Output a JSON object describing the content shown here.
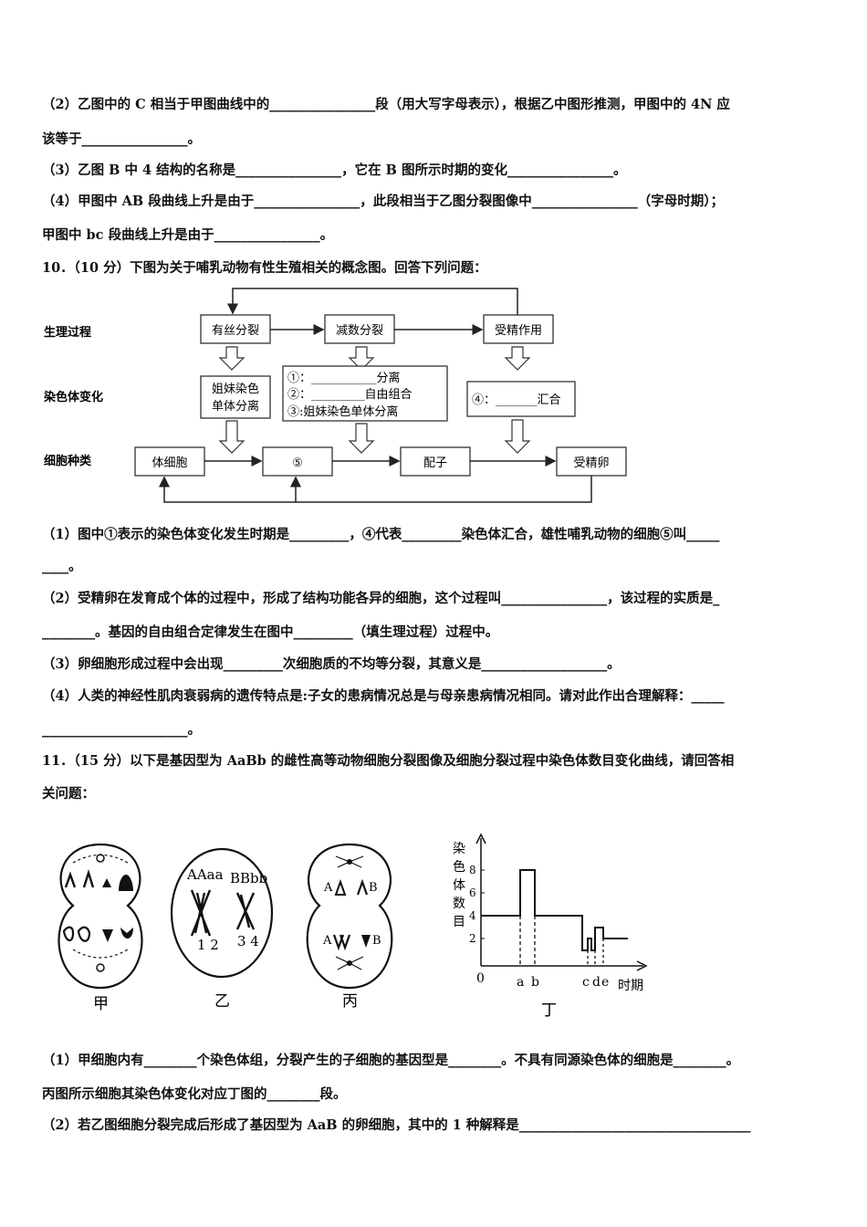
{
  "q9": {
    "p2_line1": "（2）乙图中的 C 相当于甲图曲线中的________________段（用大写字母表示），根据乙中图形推测，甲图中的 4N 应",
    "p2_line2": "该等于________________。",
    "p3": "（3）乙图 B 中 4 结构的名称是________________，它在 B 图所示时期的变化________________。",
    "p4_line1": "（4）甲图中 AB 段曲线上升是由于________________，此段相当于乙图分裂图像中________________（字母时期）；",
    "p4_line2": "甲图中 bc 段曲线上升是由于________________。"
  },
  "q10": {
    "stem": "10．（10 分）下图为关于哺乳动物有性生殖相关的概念图。回答下列问题：",
    "diagram": {
      "row_labels": [
        "生理过程",
        "染色体变化",
        "细胞种类"
      ],
      "processes": [
        "有丝分裂",
        "减数分裂",
        "受精作用"
      ],
      "change_left": [
        "姐妹染色",
        "单体分离"
      ],
      "change_mid": [
        "①：___________分离",
        "②：_________自由组合",
        "③:姐妹染色单体分离"
      ],
      "change_right": "④：_______汇合",
      "cells": [
        "体细胞",
        "⑤",
        "配子",
        "受精卵"
      ]
    },
    "p1_line1": "（1）图中①表示的染色体变化发生时期是_________，④代表_________染色体汇合，雄性哺乳动物的细胞⑤叫_____",
    "p1_line2": "____。",
    "p2_line1": "（2）受精卵在发育成个体的过程中，形成了结构功能各异的细胞，这个过程叫________________，该过程的实质是_",
    "p2_line2": "________。基因的自由组合定律发生在图中_________（填生理过程）过程中。",
    "p3": "（3）卵细胞形成过程中会出现_________次细胞质的不均等分裂，其意义是___________________。",
    "p4_line1": "（4）人类的神经性肌肉衰弱病的遗传特点是:子女的患病情况总是与母亲患病情况相同。请对此作出合理解释：_____",
    "p4_line2": "______________________。"
  },
  "q11": {
    "stem_line1": "11．（15 分）以下是基因型为 AaBb 的雌性高等动物细胞分裂图像及细胞分裂过程中染色体数目变化曲线，请回答相",
    "stem_line2": "关问题：",
    "figure": {
      "cell_labels": [
        "甲",
        "乙",
        "丙",
        "丁"
      ],
      "yi_top": [
        "AAaa",
        "BBbb"
      ],
      "yi_nums": [
        "1 2",
        "3 4"
      ],
      "bing_top": [
        "A",
        "B"
      ],
      "bing_bottom": [
        "A",
        "B"
      ],
      "ylabel": [
        "染",
        "色",
        "体",
        "数",
        "目"
      ],
      "yticks": [
        "8",
        "6",
        "4",
        "2"
      ],
      "origin": "0",
      "xlabel": "时期",
      "xticks": [
        "a",
        "b",
        "c",
        "d",
        "e"
      ]
    },
    "p1_line1": "（1）甲细胞内有________个染色体组，分裂产生的子细胞的基因型是________。不具有同源染色体的细胞是________。",
    "p1_line2": "丙图所示细胞其染色体变化对应丁图的________段。",
    "p2": "（2）若乙图细胞分裂完成后形成了基因型为 AaB 的卵细胞，其中的 1 种解释是___________________________________"
  }
}
